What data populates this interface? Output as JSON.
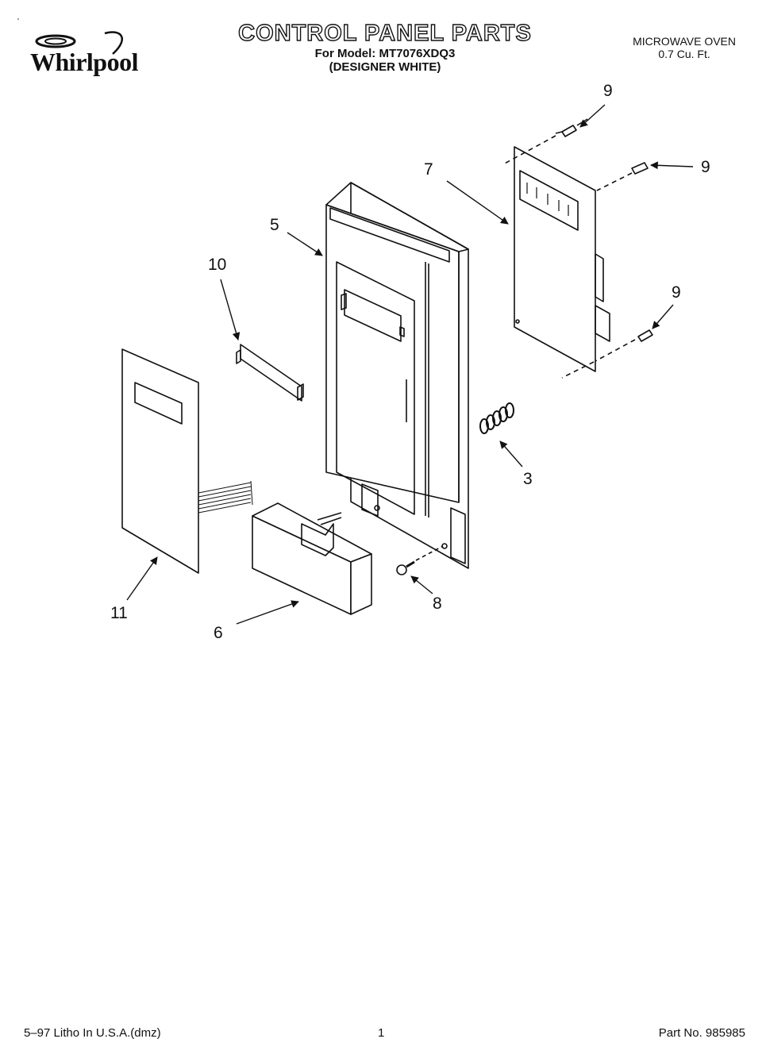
{
  "header": {
    "brand": "Whirlpool",
    "title": "CONTROL PANEL PARTS",
    "model_line": "For Model: MT7076XDQ3",
    "color_line": "(DESIGNER WHITE)",
    "product_type": "MICROWAVE OVEN",
    "capacity": "0.7 Cu. Ft."
  },
  "callouts": {
    "c9a": "9",
    "c9b": "9",
    "c9c": "9",
    "c7": "7",
    "c5": "5",
    "c10": "10",
    "c3": "3",
    "c8": "8",
    "c11": "11",
    "c6": "6"
  },
  "footer": {
    "litho": "5–97 Litho In U.S.A.(dmz)",
    "page": "1",
    "part_no": "Part No. 985985"
  },
  "colors": {
    "ink": "#111111",
    "paper": "#ffffff"
  }
}
